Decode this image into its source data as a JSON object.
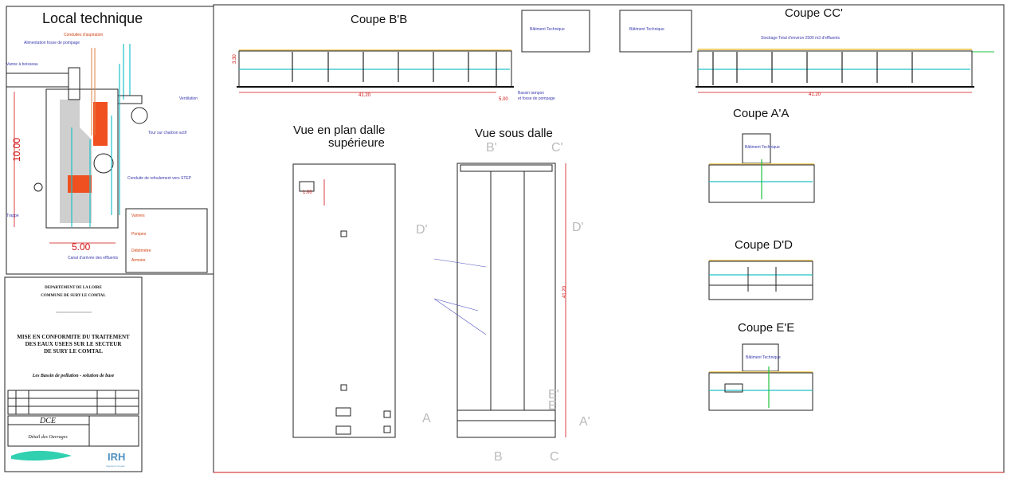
{
  "local_technique": {
    "title": "Local technique",
    "dim_height": "10.00",
    "dim_width": "5.00",
    "notes": [
      "Conduites d'aspiration",
      "Alimentation fosse de pompage",
      "Vanne à boisseau",
      "Tour sur charbon actif",
      "Conduite de refoulement vers STEP",
      "Canal d'arrivée des effluents",
      "Trappe",
      "Ventilation"
    ],
    "legend": [
      "Vannes",
      "Pompes",
      "Débitmètre",
      "Armoire"
    ]
  },
  "title_block": {
    "department": "DEPARTEMENT DE LA LOIRE",
    "commune": "COMMUNE DE SURY LE COMTAL",
    "project": [
      "MISE EN CONFORMITE DU TRAITEMENT",
      "DES EAUX USEES SUR LE SECTEUR",
      "DE SURY LE COMTAL"
    ],
    "subtitle": "Les Bassin de pollution - solution de base",
    "phase": "DCE",
    "sheet": "Détail des Ouvrages",
    "company": "IRH",
    "company_sub": "Ingénieur Conseil"
  },
  "views": {
    "coupe_bb": {
      "title": "Coupe B'B",
      "dim_length": "41.20",
      "dim_height": "3.30",
      "dim_pit": "5.00",
      "box_label": "Bâtiment Technique",
      "pit_note": [
        "Bassin tampon",
        "et fosse de pompage"
      ]
    },
    "coupe_cc": {
      "title": "Coupe CC'",
      "storage": "Stockage Total d'environ 2500 m3 d'effluents",
      "dim_length": "41.20",
      "box_label": "Bâtiment Technique"
    },
    "coupe_aa": {
      "title": "Coupe A'A",
      "box_label": "Bâtiment Technique"
    },
    "coupe_dd": {
      "title": "Coupe D'D"
    },
    "coupe_ee": {
      "title": "Coupe E'E",
      "box_label": "Bâtiment Technique"
    },
    "plan_dalle": {
      "title_line1": "Vue en plan dalle",
      "title_line2": "supérieure",
      "dim": "1.00"
    },
    "sous_dalle": {
      "title": "Vue sous dalle",
      "dim_length": "41.20",
      "markers": [
        "B'",
        "C'",
        "D'",
        "D'",
        "A",
        "A'",
        "E",
        "E'",
        "B",
        "C"
      ]
    }
  }
}
